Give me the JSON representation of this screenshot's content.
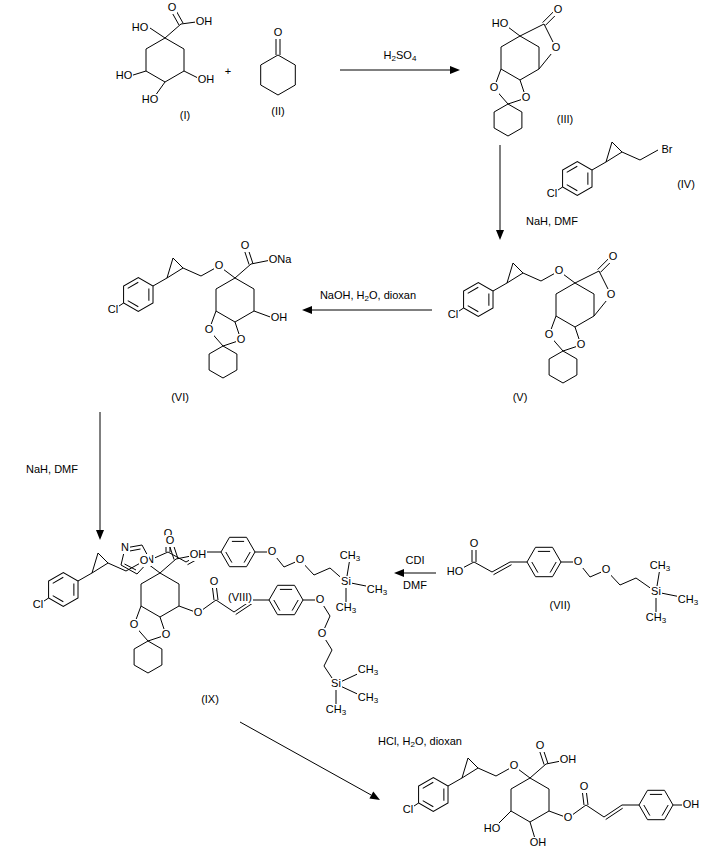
{
  "diagram": {
    "labels": [
      "HO",
      "O",
      "OH",
      "HO",
      "OH",
      "HO",
      "(I)",
      "+",
      "O",
      "(II)",
      "H2SO4",
      "HO",
      "O",
      "O",
      "O",
      "O",
      "(III)",
      "Br",
      "Cl",
      "(IV)",
      "NaH, DMF",
      "Cl",
      "O",
      "O",
      "O",
      "O",
      "O",
      "(V)",
      "NaOH, H2O, dioxan",
      "Cl",
      "O",
      "O",
      "ONa",
      "OH",
      "O",
      "O",
      "(VI)",
      "NaH, DMF",
      "HO",
      "O",
      "O",
      "O",
      "Si",
      "CH3",
      "CH3",
      "CH3",
      "(VII)",
      "CDI",
      "DMF",
      "N",
      "N",
      "O",
      "O",
      "O",
      "Si",
      "CH3",
      "CH3",
      "CH3",
      "(VIII)",
      "Cl",
      "O",
      "O",
      "OH",
      "O",
      "O",
      "O",
      "O",
      "Si",
      "CH3",
      "CH3",
      "CH3",
      "O",
      "O",
      "(IX)",
      "HCl, H2O, dioxan",
      "Cl",
      "O",
      "O",
      "OH",
      "HO",
      "OH",
      "O",
      "O",
      "OH"
    ]
  }
}
